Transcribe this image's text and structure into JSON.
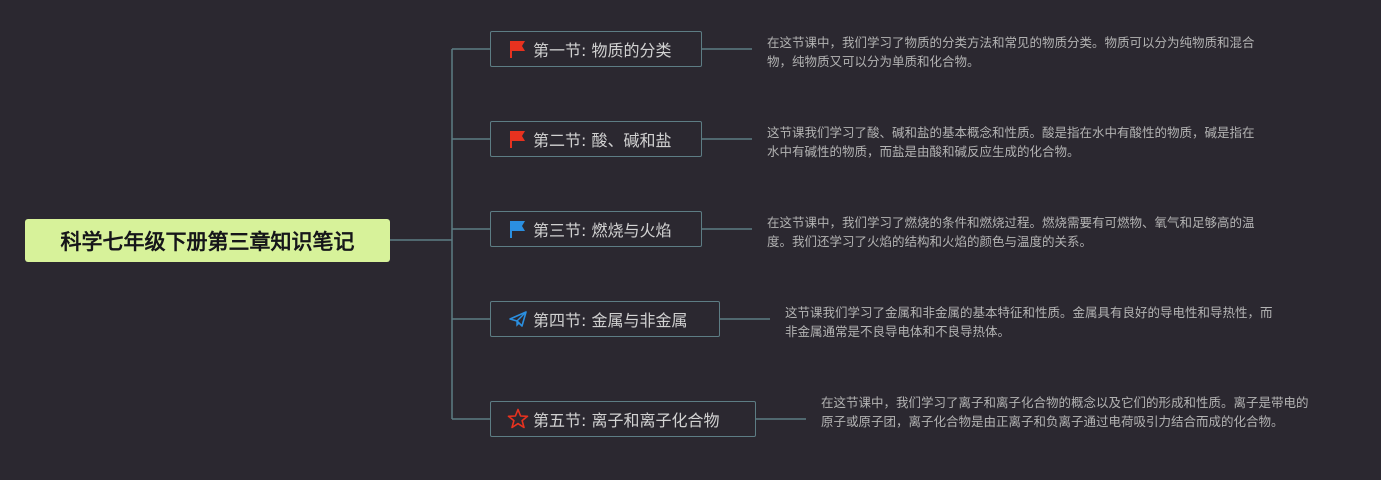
{
  "root": {
    "title": "科学七年级下册第三章知识笔记"
  },
  "topics": [
    {
      "label": "第一节: 物质的分类",
      "icon": "red-flag-icon",
      "icon_color": "#e8321f",
      "note": "在这节课中，我们学习了物质的分类方法和常见的物质分类。物质可以分为纯物质和混合物，纯物质又可以分为单质和化合物。"
    },
    {
      "label": "第二节: 酸、碱和盐",
      "icon": "red-flag-icon",
      "icon_color": "#e8321f",
      "note": "这节课我们学习了酸、碱和盐的基本概念和性质。酸是指在水中有酸性的物质，碱是指在水中有碱性的物质，而盐是由酸和碱反应生成的化合物。"
    },
    {
      "label": "第三节: 燃烧与火焰",
      "icon": "blue-flag-icon",
      "icon_color": "#2b8fe0",
      "note": "在这节课中，我们学习了燃烧的条件和燃烧过程。燃烧需要有可燃物、氧气和足够高的温度。我们还学习了火焰的结构和火焰的颜色与温度的关系。"
    },
    {
      "label": "第四节: 金属与非金属",
      "icon": "paper-plane-icon",
      "icon_color": "#2b8fe0",
      "note": "这节课我们学习了金属和非金属的基本特征和性质。金属具有良好的导电性和导热性，而非金属通常是不良导电体和不良导热体。"
    },
    {
      "label": "第五节: 离子和离子化合物",
      "icon": "star-icon",
      "icon_color": "#e8321f",
      "note": "在这节课中，我们学习了离子和离子化合物的概念以及它们的形成和性质。离子是带电的原子或原子团，离子化合物是由正离子和负离子通过电荷吸引力结合而成的化合物。"
    }
  ],
  "colors": {
    "background": "#2b2830",
    "connector": "#5d7d84",
    "root_fill": "#d7f29a"
  }
}
